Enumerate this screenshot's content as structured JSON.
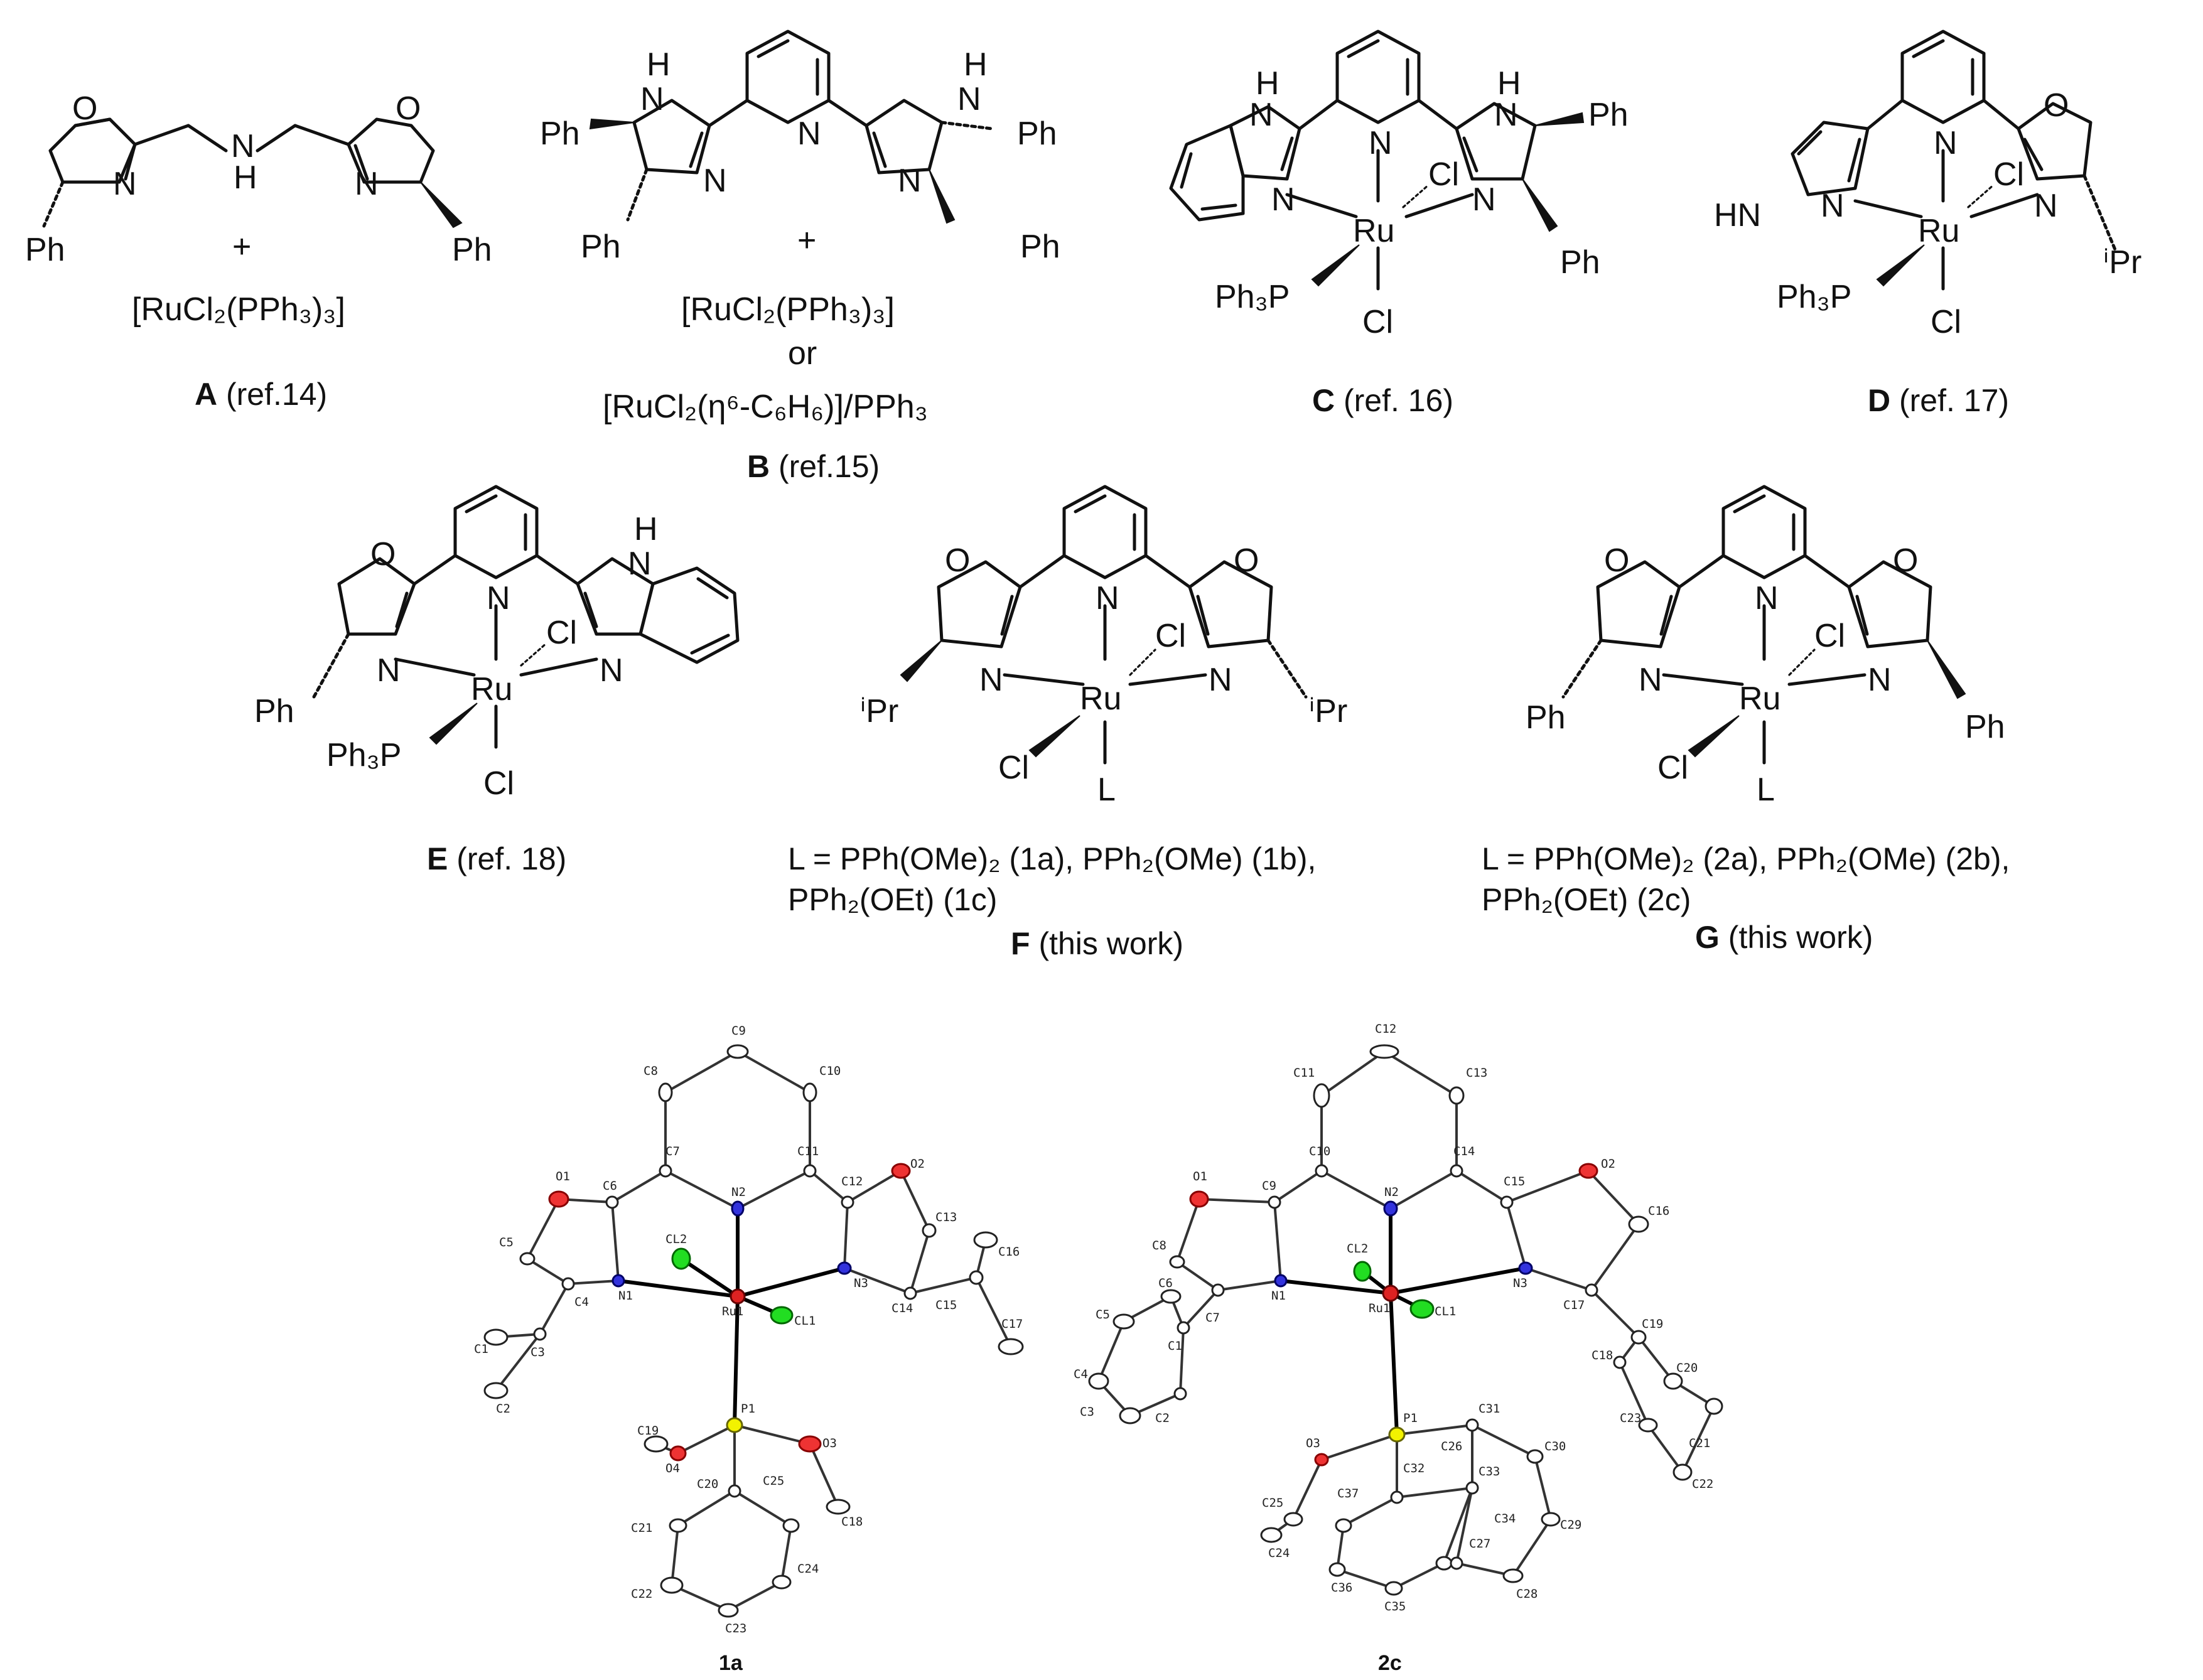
{
  "atoms": {
    "O": "O",
    "N": "N",
    "NH": "NH",
    "H": "H",
    "HN": "HN",
    "Ph": "Ph",
    "Ru": "Ru",
    "Cl": "Cl",
    "L": "L",
    "PPh3": "Ph₃P",
    "iPr": "ⁱPr"
  },
  "plus": "+",
  "reagents": {
    "A_line1": "[RuCl₂(PPh₃)₃]",
    "B_line1": "[RuCl₂(PPh₃)₃]",
    "B_or": "or",
    "B_line3": "[RuCl₂(η⁶-C₆H₆)]/PPh₃"
  },
  "captions": {
    "A": {
      "label": "A",
      "ref": " (ref.14)"
    },
    "B": {
      "label": "B",
      "ref": " (ref.15)"
    },
    "C": {
      "label": "C",
      "ref": " (ref. 16)"
    },
    "D": {
      "label": "D",
      "ref": " (ref. 17)"
    },
    "E": {
      "label": "E",
      "ref": " (ref. 18)"
    },
    "F": {
      "line1": "L = PPh(OMe)₂ (1a), PPh₂(OMe) (1b),",
      "line2": "PPh₂(OEt) (1c)",
      "label": "F",
      "ref": " (this work)"
    },
    "G": {
      "line1": "L = PPh(OMe)₂ (2a), PPh₂(OMe) (2b),",
      "line2": "PPh₂(OEt) (2c)",
      "label": "G",
      "ref": " (this work)"
    }
  },
  "crystal_1a": {
    "caption": "1a",
    "labels": [
      "C9",
      "C8",
      "C10",
      "C7",
      "C11",
      "O1",
      "C6",
      "N2",
      "C12",
      "O2",
      "C5",
      "CL2",
      "C13",
      "N3",
      "N1",
      "Ru1",
      "CL1",
      "C16",
      "C4",
      "C14",
      "C1",
      "C3",
      "C15",
      "C17",
      "C2",
      "P1",
      "C19",
      "O3",
      "O4",
      "C20",
      "C25",
      "C18",
      "C21",
      "C24",
      "C22",
      "C23"
    ]
  },
  "crystal_2c": {
    "caption": "2c",
    "labels": [
      "C12",
      "C11",
      "C13",
      "C10",
      "C14",
      "O1",
      "C9",
      "N2",
      "C15",
      "O2",
      "C16",
      "C8",
      "CL2",
      "N1",
      "Ru1",
      "CL1",
      "N3",
      "C6",
      "C17",
      "C5",
      "C7",
      "C19",
      "C1",
      "C18",
      "C20",
      "C4",
      "P1",
      "C31",
      "C3",
      "C2",
      "C23",
      "O3",
      "C26",
      "C30",
      "C21",
      "C32",
      "C33",
      "C22",
      "C37",
      "C25",
      "C34",
      "C24",
      "C27",
      "C29",
      "C36",
      "C35",
      "C28"
    ]
  }
}
